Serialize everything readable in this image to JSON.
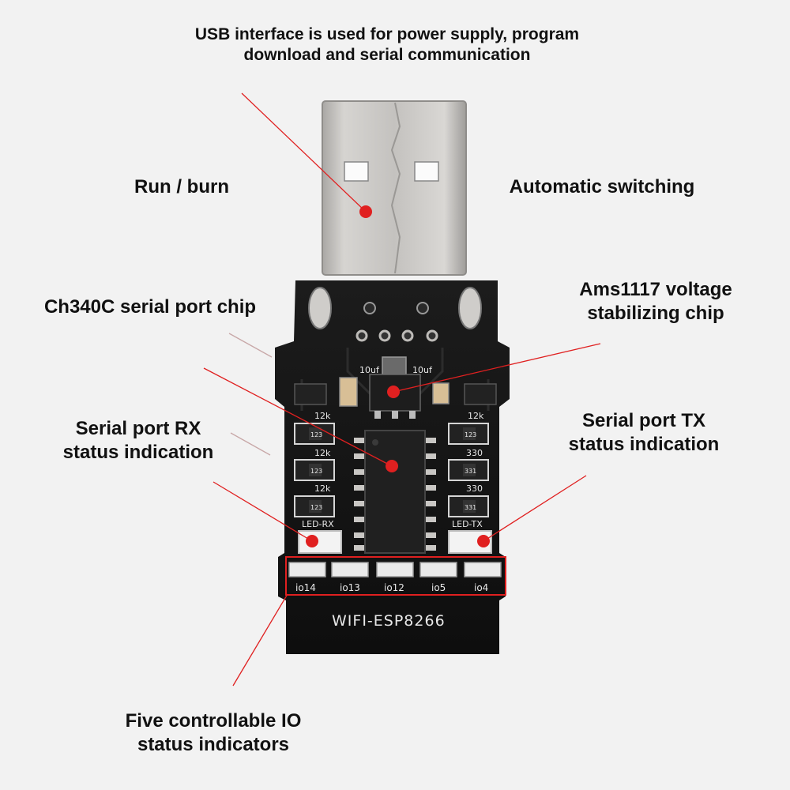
{
  "labels": {
    "usb_line1": "USB interface is used for power supply, program",
    "usb_line2": "download and serial communication",
    "run_burn": "Run / burn",
    "auto_switch": "Automatic switching",
    "ch340c": "Ch340C serial port chip",
    "ams_line1": "Ams1117 voltage",
    "ams_line2": "stabilizing chip",
    "rx_line1": "Serial port RX",
    "rx_line2": "status indication",
    "tx_line1": "Serial port TX",
    "tx_line2": "status indication",
    "io_line1": "Five controllable IO",
    "io_line2": "status indicators"
  },
  "board": {
    "name": "WIFI-ESP8266",
    "led_rx": "LED-RX",
    "led_tx": "LED-TX",
    "cap_left": "10uf",
    "cap_right": "10uf",
    "res_left_top": "12k",
    "res_left_mid": "12k",
    "res_left_bot": "12k",
    "res_right_top": "12k",
    "res_right_mid": "330",
    "res_right_bot": "330",
    "res_code_1": "123",
    "res_code_2": "123",
    "res_code_3": "123",
    "res_code_4": "123",
    "res_code_5": "331",
    "res_code_6": "331",
    "io_labels": [
      "io14",
      "io13",
      "io12",
      "io5",
      "io4"
    ]
  },
  "colors": {
    "background": "#f2f2f2",
    "pcb": "#161616",
    "metal": "#c9c7c4",
    "annotation": "#e02020"
  }
}
